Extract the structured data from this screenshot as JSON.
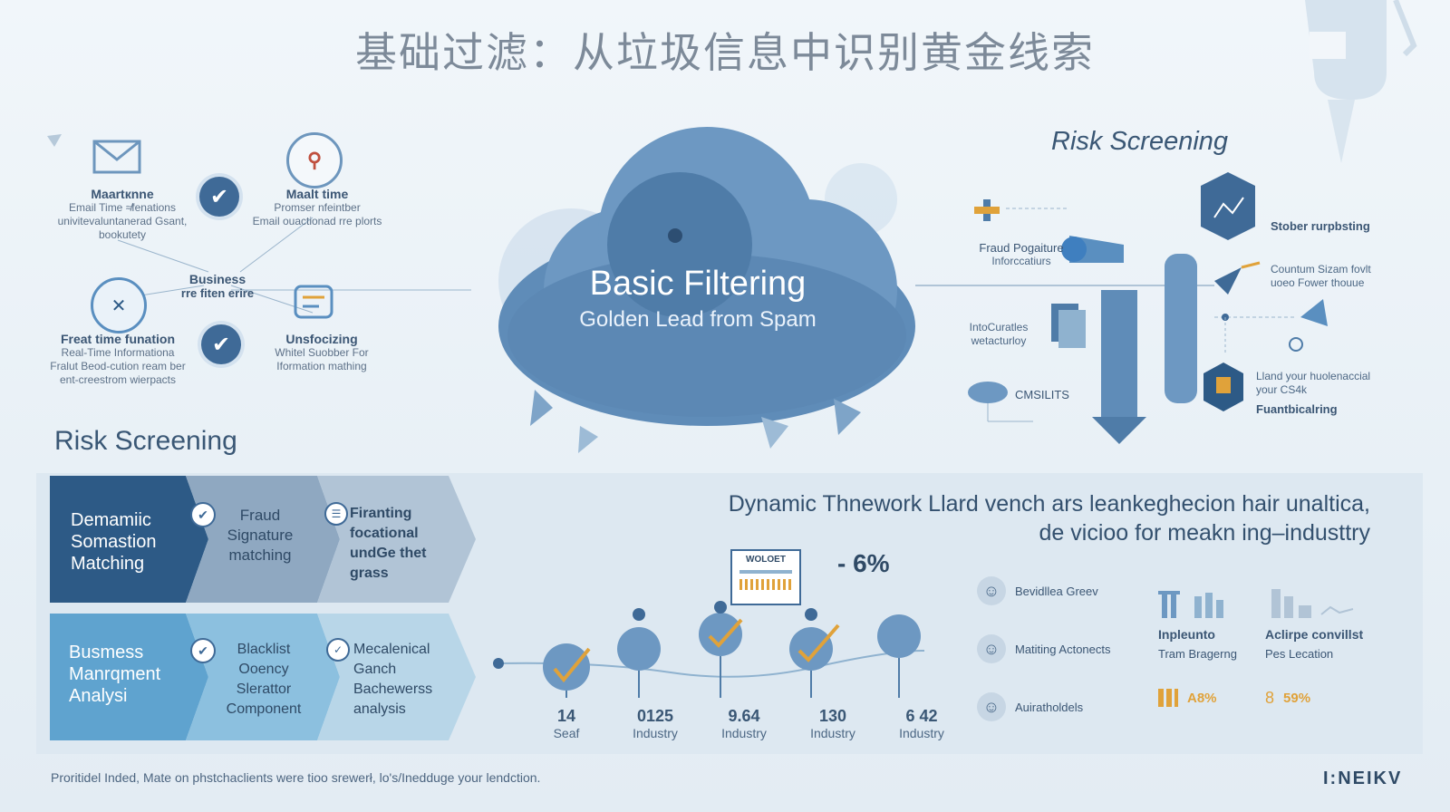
{
  "title": "基础过滤：从垃圾信息中识别黄金线索",
  "cloud": {
    "main": "Basic Filtering",
    "sub": "Golden Lead from Spam"
  },
  "left_nodes": [
    {
      "title": "Maartкnne",
      "sub": [
        "Email Time ≉fenations",
        "univitevaluntanerad Gsant,",
        "bookutety"
      ]
    },
    {
      "title": "Maalt time",
      "sub": [
        "Promser nfeintber",
        "Email ouactionad rre plorts"
      ]
    },
    {
      "title": "Business",
      "sub": [
        "rre fiten erire"
      ]
    },
    {
      "title": "Freat time funation",
      "sub": [
        "Real-Time Informationa",
        "Fralut Beod-cution ream ber",
        "ent-creestrom wierpacts"
      ]
    },
    {
      "title": "Unsfocizing",
      "sub": [
        "Whitel Suobber For",
        "Iformation mathing"
      ]
    }
  ],
  "risk_left": "Risk Screening",
  "risk_right": "Risk Screening",
  "right_labels": {
    "fraud": [
      "Fraud Pogaiture",
      "Inforccatiurs"
    ],
    "stober": "Stober rurpbsting",
    "countum": [
      "Countum Sizam fovlt",
      "uoeo Fower thouue"
    ],
    "into": [
      "IntoCuratles",
      "wetacturloy"
    ],
    "land": [
      "Lland your huolenaccial",
      "your CS4k"
    ],
    "cmsilits": "CMSILITS",
    "fuant": "Fuantbicalring"
  },
  "chevrons": {
    "row1": [
      "Demamiic Somastion Matching",
      "Fraud Signature matching",
      "Firanting focational undGe thet grass"
    ],
    "row2": [
      "Busmess Manrqment Analysi",
      "Blacklist Ooency Slerattor Component",
      "Mecalenical Ganch Bachewerss analysis"
    ]
  },
  "dynamic": [
    "Dynamic Thnework Llard vench ars leankeghecion hair unaltica,",
    "de vicioo for meakn ing–industtry"
  ],
  "percent_callout": "- 6%",
  "report_label": "WOLOET",
  "timeline": [
    {
      "value": "14",
      "label": "Seaf"
    },
    {
      "value": "0125",
      "label": "Industry"
    },
    {
      "value": "9.64",
      "label": "Industry"
    },
    {
      "value": "130",
      "label": "Industry"
    },
    {
      "value": "6 42",
      "label": "Industry"
    }
  ],
  "people": [
    "Bevidllea Greev",
    "Matiting Actonects",
    "Auiratholdels"
  ],
  "stats": {
    "col1": {
      "title": "Inpleunto",
      "sub": "Tram Bragerng",
      "pct": "A8%"
    },
    "col2": {
      "title": "Aclirpe convillst",
      "sub": "Pes Lecation",
      "pct": "59%"
    }
  },
  "footer": "Proritidel Inded, Mate on phstchaclients were tioo srewerł, lo's/Inedduge your lendction.",
  "brand": "I:NEIKV",
  "colors": {
    "accent": "#3f6a97",
    "dark": "#2d5a86",
    "light": "#8fb2cf"
  }
}
